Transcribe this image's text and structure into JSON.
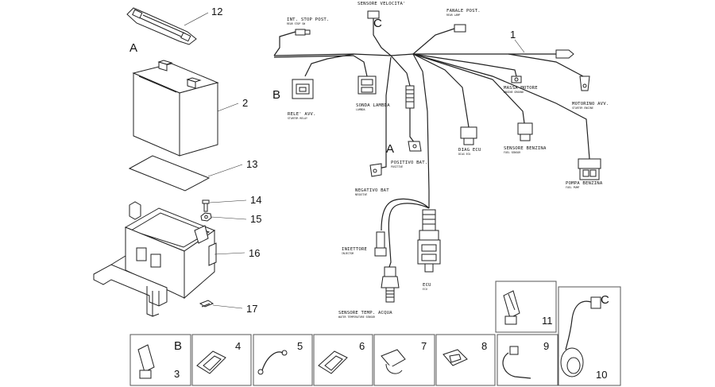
{
  "diagram": {
    "callouts": [
      "1",
      "2",
      "3",
      "4",
      "5",
      "6",
      "7",
      "8",
      "9",
      "10",
      "11",
      "12",
      "13",
      "14",
      "15",
      "16",
      "17"
    ],
    "view_letters": {
      "battery": "A",
      "relay": "B",
      "speed": "C",
      "positive": "A",
      "box3": "B",
      "box10": "C"
    },
    "labels": {
      "stop_switch": "INT. STOP POST.",
      "stop_switch_sub": "REAR STOP SW",
      "speed_sensor": "SENSORE VELOCITA'",
      "rear_lamp": "FANALE POST.",
      "rear_lamp_sub": "REAR LAMP",
      "relay": "RELE' AVV.",
      "relay_sub": "STARTER RELAY",
      "lambda": "SONDA LAMBDA",
      "lambda_sub": "LAMBDA",
      "engine_ground": "MASSA MOTORE",
      "engine_ground_sub": "ENGINE GROUND",
      "starter": "MOTORINO AVV.",
      "starter_sub": "STARTER ENGINE",
      "diag": "DIAG ECU",
      "diag_sub": "DIAG ECU",
      "fuel_sensor": "SENSORE BENZINA",
      "fuel_sensor_sub": "FUEL SENSOR",
      "fuel_pump": "POMPA BENZINA",
      "fuel_pump_sub": "FUEL PUMP",
      "positive": "POSITIVO BAT.",
      "positive_sub": "POSITIVE",
      "negative": "NEGATIVO BAT",
      "negative_sub": "NEGATIVE",
      "injector": "INIETTORE",
      "injector_sub": "INJECTOR",
      "ecu": "ECU",
      "ecu_sub": "ECU",
      "water_temp": "SENSORE TEMP. ACQUA",
      "water_temp_sub": "WATER TEMPERATURE SENSOR"
    }
  }
}
